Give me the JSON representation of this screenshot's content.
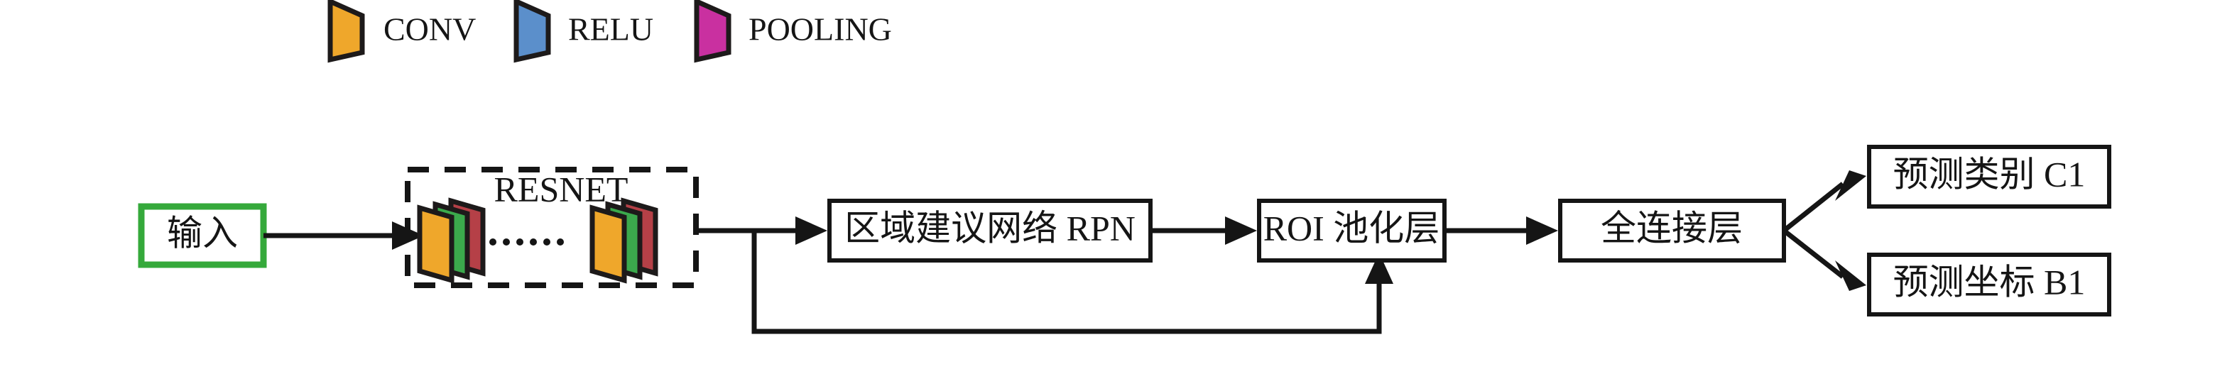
{
  "diagram": {
    "title": "Faster R-CNN object detection pipeline (Chinese labels)",
    "background_color": "#ffffff",
    "line_color": "#151515",
    "legend": {
      "items": [
        {
          "label": "CONV",
          "color": "#EFA72B",
          "icon": "conv-layer-swatch"
        },
        {
          "label": "RELU",
          "color": "#5B8FCB",
          "icon": "relu-layer-swatch"
        },
        {
          "label": "POOLING",
          "color": "#C930A0",
          "icon": "pooling-layer-swatch"
        }
      ]
    },
    "input_node": {
      "label": "输入",
      "border_color": "#35A93B",
      "fill_color": "#ffffff"
    },
    "backbone": {
      "title": "RESNET",
      "border_style": "dashed",
      "border_color": "#151515",
      "ellipsis": "……",
      "ellipsis_dot_count": 6,
      "blocks": [
        {
          "name": "resnet-block-first",
          "layers": [
            {
              "type": "CONV",
              "color": "#EFA72B"
            },
            {
              "type": "RELU",
              "color": "#3BA94C"
            },
            {
              "type": "POOLING",
              "color": "#B54047"
            }
          ]
        },
        {
          "name": "resnet-block-last",
          "layers": [
            {
              "type": "CONV",
              "color": "#EFA72B"
            },
            {
              "type": "RELU",
              "color": "#3BA94C"
            },
            {
              "type": "POOLING",
              "color": "#B54047"
            }
          ]
        }
      ]
    },
    "stages": [
      {
        "id": "rpn",
        "label": "区域建议网络 RPN"
      },
      {
        "id": "roi",
        "label": "ROI 池化层"
      },
      {
        "id": "fc",
        "label": "全连接层"
      }
    ],
    "outputs": [
      {
        "id": "class",
        "label": "预测类别 C1"
      },
      {
        "id": "bbox",
        "label": "预测坐标 B1"
      }
    ],
    "edges": [
      {
        "from": "输入",
        "to": "RESNET",
        "style": "arrow"
      },
      {
        "from": "RESNET",
        "to": "区域建议网络 RPN",
        "style": "arrow"
      },
      {
        "from": "区域建议网络 RPN",
        "to": "ROI 池化层",
        "style": "arrow"
      },
      {
        "from": "RESNET",
        "to": "ROI 池化层",
        "style": "arrow-skip-below"
      },
      {
        "from": "ROI 池化层",
        "to": "全连接层",
        "style": "arrow"
      },
      {
        "from": "全连接层",
        "to": "预测类别 C1",
        "style": "arrow-branch-up"
      },
      {
        "from": "全连接层",
        "to": "预测坐标 B1",
        "style": "arrow-branch-down"
      }
    ]
  }
}
